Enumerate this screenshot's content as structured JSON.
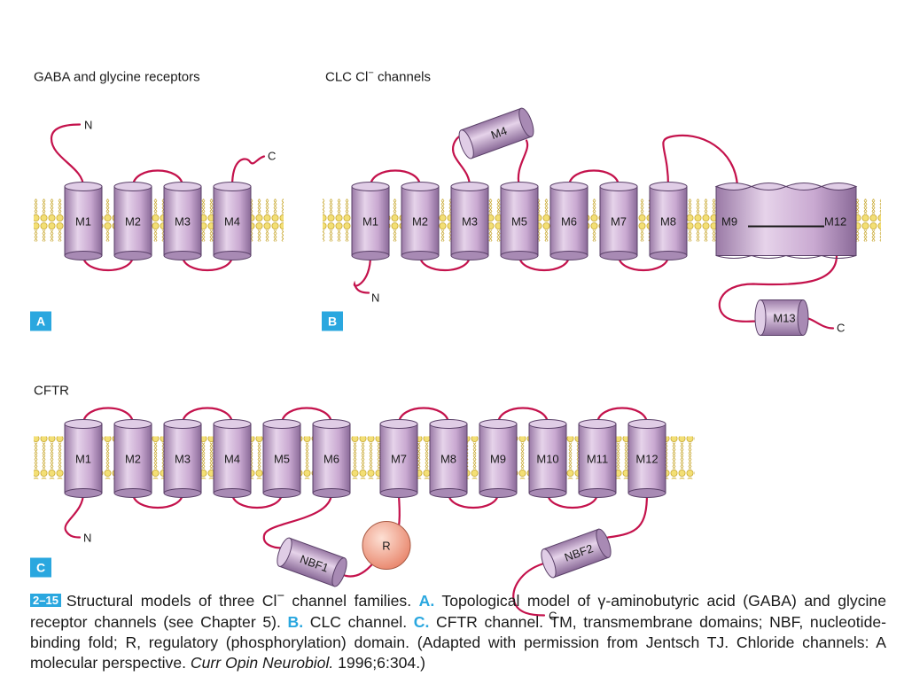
{
  "panels": [
    {
      "letter": "A",
      "title": "GABA and glycine receptors",
      "helices": [
        "M1",
        "M2",
        "M3",
        "M4"
      ],
      "n_term": "N",
      "c_term": "C"
    },
    {
      "letter": "B",
      "title": "CLC Cl",
      "title_sup": "−",
      "title_rest": " channels",
      "helices": [
        "M1",
        "M2",
        "M3",
        "M5",
        "M6",
        "M7",
        "M8"
      ],
      "extra_helix": "M4",
      "block_left": "M9",
      "block_right": "M12",
      "tail_helix": "M13",
      "n_term": "N",
      "c_term": "C"
    },
    {
      "letter": "C",
      "title": "CFTR",
      "helices": [
        "M1",
        "M2",
        "M3",
        "M4",
        "M5",
        "M6",
        "M7",
        "M8",
        "M9",
        "M10",
        "M11",
        "M12"
      ],
      "domains": [
        "NBF1",
        "R",
        "NBF2"
      ],
      "n_term": "N",
      "c_term": "C"
    }
  ],
  "caption": {
    "number": "2–15",
    "t1": "Structural models of three Cl",
    "t1_sup": "−",
    "t2": " channel families. ",
    "pa": "A.",
    "ta": " Topological model of γ-aminobutyric acid (GABA) and glycine receptor channels (see Chapter 5). ",
    "pb": "B.",
    "tb": " CLC channel. ",
    "pc": "C.",
    "tc": " CFTR channel. TM, transmembrane domains; NBF, nucleotide-binding fold; R, regulatory (phosphorylation) domain. (Adapted with permission from Jentsch TJ. Chloride channels: A molecular perspective. ",
    "journal": "Curr Opin Neurobiol.",
    "cite_end": " 1996;6:304.)"
  },
  "colors": {
    "loop": "#c4124c",
    "helix": "#c9a9d1",
    "lipid": "#f0dc6e",
    "panel_badge": "#2aa7df",
    "r_domain": "#f1a68e"
  }
}
